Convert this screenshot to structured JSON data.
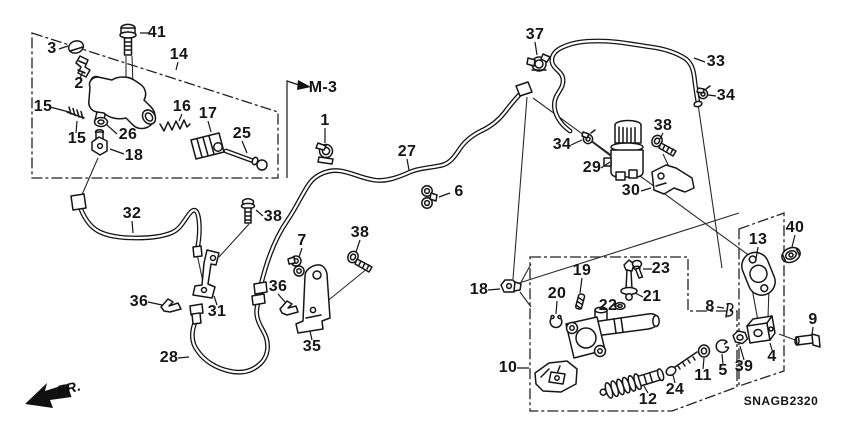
{
  "diagram": {
    "code": "SNAGB2320",
    "front_marker": "FR.",
    "section_ref": "M-3",
    "part_labels": [
      "41",
      "3",
      "2",
      "14",
      "15",
      "15",
      "26",
      "18",
      "16",
      "17",
      "25",
      "1",
      "27",
      "6",
      "37",
      "34",
      "33",
      "34",
      "38",
      "29",
      "30",
      "32",
      "38",
      "36",
      "31",
      "28",
      "36",
      "7",
      "38",
      "35",
      "18",
      "10",
      "19",
      "20",
      "23",
      "21",
      "22",
      "13",
      "40",
      "8",
      "9",
      "4",
      "39",
      "5",
      "11",
      "24",
      "12"
    ]
  }
}
